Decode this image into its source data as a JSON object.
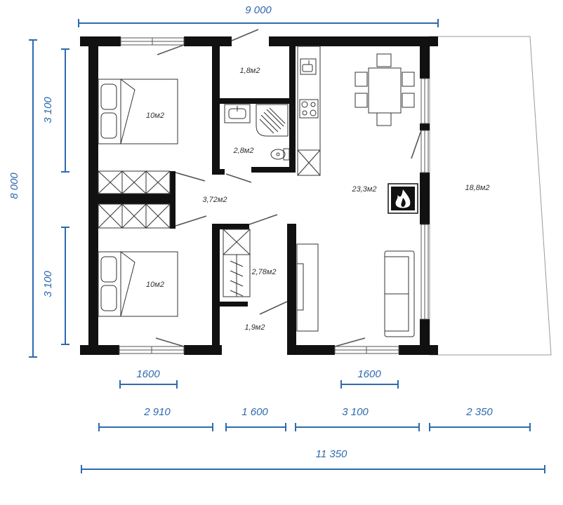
{
  "colors": {
    "wall": "#111111",
    "dimension": "#2e6ab0",
    "line": "#333333",
    "terrace_line": "#999999"
  },
  "dimensions": {
    "top_total": "9 000",
    "left_total": "8 000",
    "left_upper": "3 100",
    "left_lower": "3 100",
    "window_upper": "1600",
    "window_lower": "1600",
    "bottom_1": "2 910",
    "bottom_2": "1 600",
    "bottom_3": "3 100",
    "bottom_4": "2 350",
    "bottom_total": "11 350"
  },
  "rooms": {
    "bedroom_top": "10м2",
    "vestibule": "1,8м2",
    "bathroom": "2,8м2",
    "hallway": "3,72м2",
    "living_kitchen": "23,3м2",
    "terrace": "18,8м2",
    "bedroom_bottom": "10м2",
    "storage": "2,78м2",
    "entry": "1,9м2"
  },
  "icons": [
    "bed-icon",
    "wardrobe-icon",
    "sink-icon",
    "shower-icon",
    "toilet-icon",
    "stove-icon",
    "dining-table-icon",
    "fireplace-icon",
    "sofa-icon",
    "tv-stand-icon",
    "door-swing-icon",
    "window-icon"
  ]
}
